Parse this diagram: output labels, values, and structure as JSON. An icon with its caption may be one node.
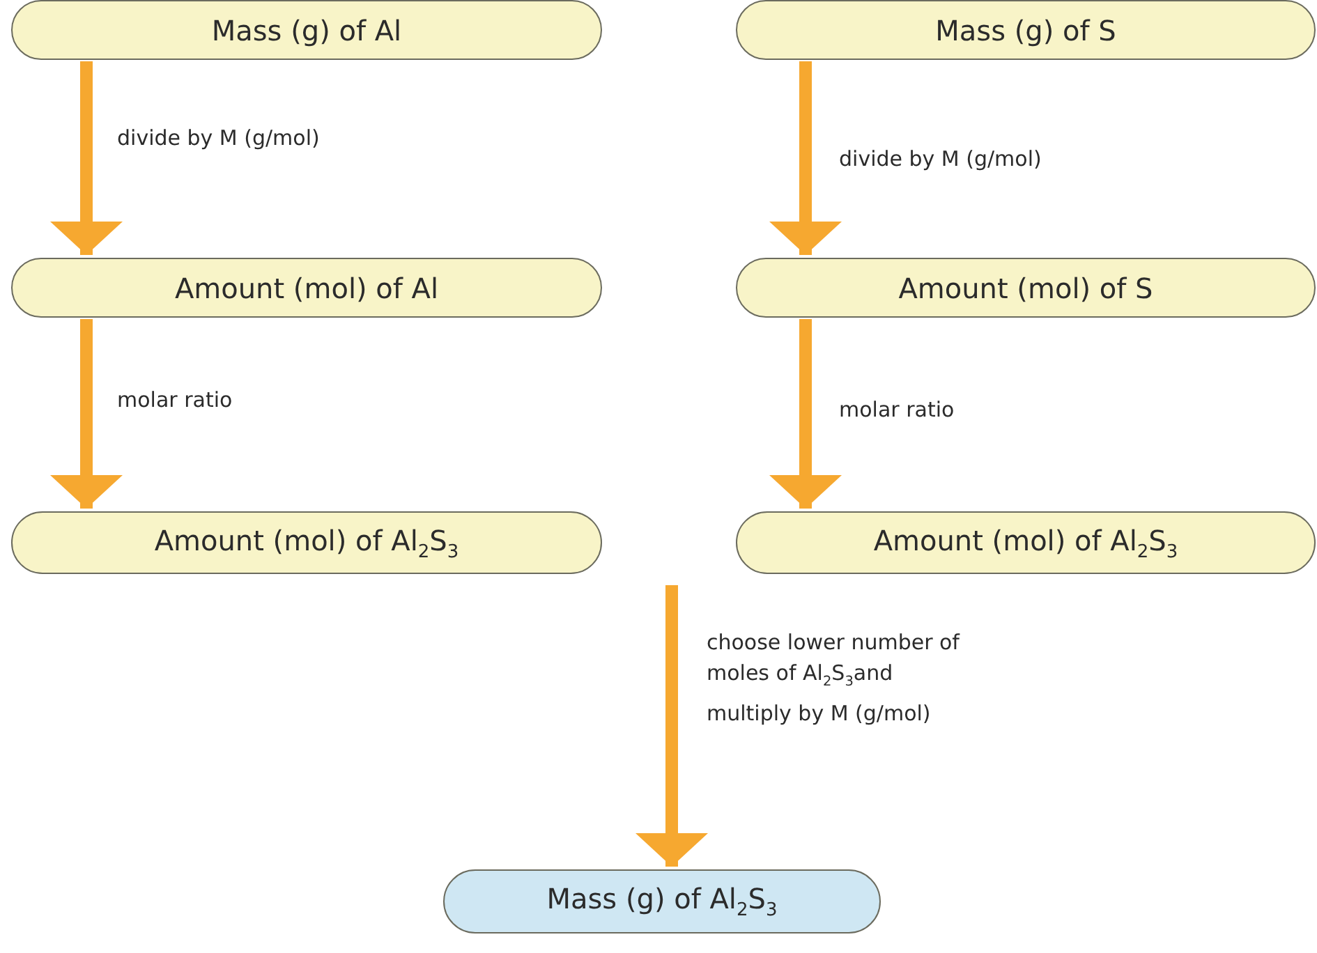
{
  "diagram": {
    "nodes": [
      {
        "text": [
          "Mass (g) of Al"
        ]
      },
      {
        "text": [
          "Mass (g) of S"
        ]
      },
      {
        "text": [
          "Amount (mol) of Al"
        ]
      },
      {
        "text": [
          "Amount (mol) of S"
        ]
      },
      {
        "text": [
          "Amount (mol) of Al$_{2}$S$_{3}$"
        ]
      },
      {
        "text": [
          "Amount (mol) of Al$_{2}$S$_{3}$"
        ]
      },
      {
        "text": [
          "Mass (g) of Al$_{2}$S$_{3}$"
        ]
      }
    ],
    "edges": [
      {
        "from": 0,
        "to": 2,
        "arrow": "to",
        "label": "divide by M (g/mol)"
      },
      {
        "from": 1,
        "to": 3,
        "arrow": "to",
        "label": "divide by M (g/mol)"
      },
      {
        "from": 2,
        "to": 4,
        "arrow": "to",
        "label": "molar ratio"
      },
      {
        "from": 3,
        "to": 5,
        "arrow": "to",
        "label": "molar ratio"
      },
      {
        "from": null,
        "to": 6,
        "arrow": "to",
        "label": "choose lower number of moles of Al$_{2}$S$_{3}$and multiply by M (g/mol)"
      }
    ]
  }
}
